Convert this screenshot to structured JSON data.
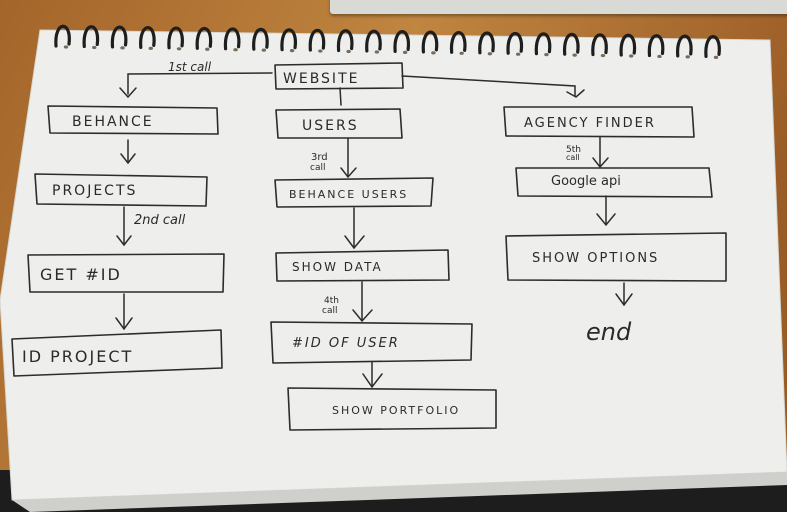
{
  "nodes": {
    "website": "WEBSITE",
    "behance": "BEHANCE",
    "users": "USERS",
    "agency_finder": "AGENCY FINDER",
    "projects": "PROJECTS",
    "behance_users": "BEHANCE USERS",
    "google_api": "Google api",
    "get_id": "GET #ID",
    "show_data": "SHOW DATA",
    "show_options": "SHOW OPTIONS",
    "id_project": "ID PROJECT",
    "id_of_user": "#ID OF USER",
    "show_portfolio": "SHOW PORTFOLIO",
    "end": "end"
  },
  "calls": {
    "first": "1st call",
    "second": "2nd call",
    "third_num": "3rd",
    "third_word": "call",
    "fourth_num": "4th",
    "fourth_word": "call",
    "fifth_num": "5th",
    "fifth_word": "call"
  }
}
